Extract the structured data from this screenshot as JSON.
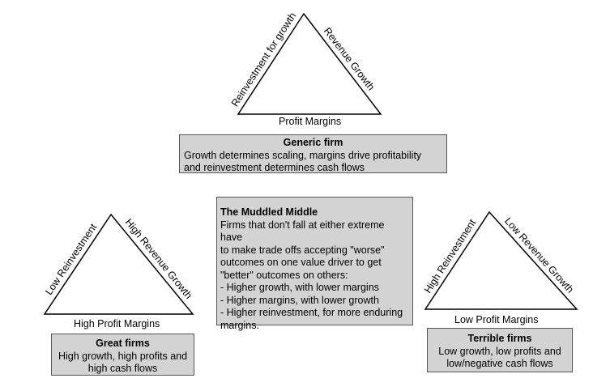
{
  "triangles": {
    "generic": {
      "left_side": "Reinvestment for growth",
      "right_side": "Revenue Growth",
      "base": "Profit Margins"
    },
    "great": {
      "left_side": "Low Reinvestment",
      "right_side": "High Revenue Growth",
      "base": "High Profit Margins"
    },
    "terrible": {
      "left_side": "High Reinvestment",
      "right_side": "Low Revenue Growth",
      "base": "Low Profit Margins"
    }
  },
  "boxes": {
    "generic": {
      "title": "Generic firm",
      "lines": [
        "Growth determines scaling, margins drive profitability",
        "and reinvestment determines cash flows"
      ]
    },
    "great": {
      "title": "Great firms",
      "lines": [
        "High growth, high profits and",
        "high cash flows"
      ]
    },
    "terrible": {
      "title": "Terrible firms",
      "lines": [
        "Low growth, low profits and",
        "low/negative cash flows"
      ]
    },
    "middle": {
      "title": "The Muddled Middle",
      "lines": [
        "Firms that don't fall at either extreme have",
        "to make trade offs accepting \"worse\"",
        "outcomes on one value driver to get",
        "\"better\" outcomes on others:",
        "- Higher growth, with lower margins",
        "- Higher margins, with lower growth",
        "- Higher reinvestment, for more enduring",
        "margins."
      ]
    }
  },
  "colors": {
    "box_fill": "#d3d3d3",
    "box_border": "#555555",
    "stroke": "#000000"
  }
}
